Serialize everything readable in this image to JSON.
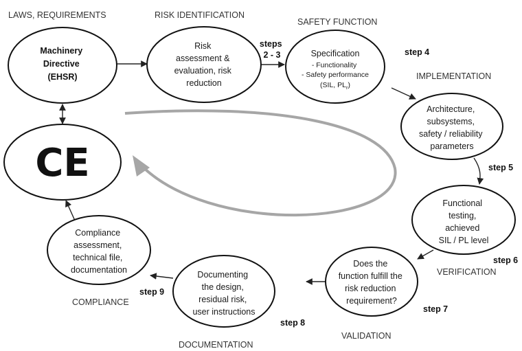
{
  "phases": {
    "laws": "LAWS, REQUIREMENTS",
    "risk_identification": "RISK IDENTIFICATION",
    "safety_function": "SAFETY FUNCTION",
    "implementation": "IMPLEMENTATION",
    "verification": "VERIFICATION",
    "validation": "VALIDATION",
    "documentation": "DOCUMENTATION",
    "compliance": "COMPLIANCE"
  },
  "nodes": {
    "machinery": [
      "Machinery",
      "Directive",
      "(EHSR)"
    ],
    "risk": [
      "Risk",
      "assessment &",
      "evaluation, risk",
      "reduction"
    ],
    "specification": {
      "title": "Specification",
      "lines": [
        "- Functionality",
        "- Safety performance"
      ],
      "sil_pl": "(SIL, PL",
      "sil_pl_sub": "r",
      "sil_pl_close": ")"
    },
    "architecture": [
      "Architecture,",
      "subsystems,",
      "safety / reliability",
      "parameters"
    ],
    "functional": [
      "Functional",
      "testing,",
      "achieved",
      "SIL / PL level"
    ],
    "validation_q": [
      "Does the",
      "function fulfill the",
      "risk reduction",
      "requirement?"
    ],
    "documenting": [
      "Documenting",
      "the design,",
      "residual risk,",
      "user instructions"
    ],
    "compliance_box": [
      "Compliance",
      "assessment,",
      "technical file,",
      "documentation"
    ],
    "ce_mark": "CE"
  },
  "steps": {
    "steps_2_3": [
      "steps",
      "2 - 3"
    ],
    "step4": "step 4",
    "step5": "step 5",
    "step6": "step 6",
    "step7": "step 7",
    "step8": "step 8",
    "step9": "step 9"
  },
  "colors": {
    "outline": "#111111",
    "loop_arrow": "#a6a6a6",
    "text": "#1a1a1a"
  }
}
